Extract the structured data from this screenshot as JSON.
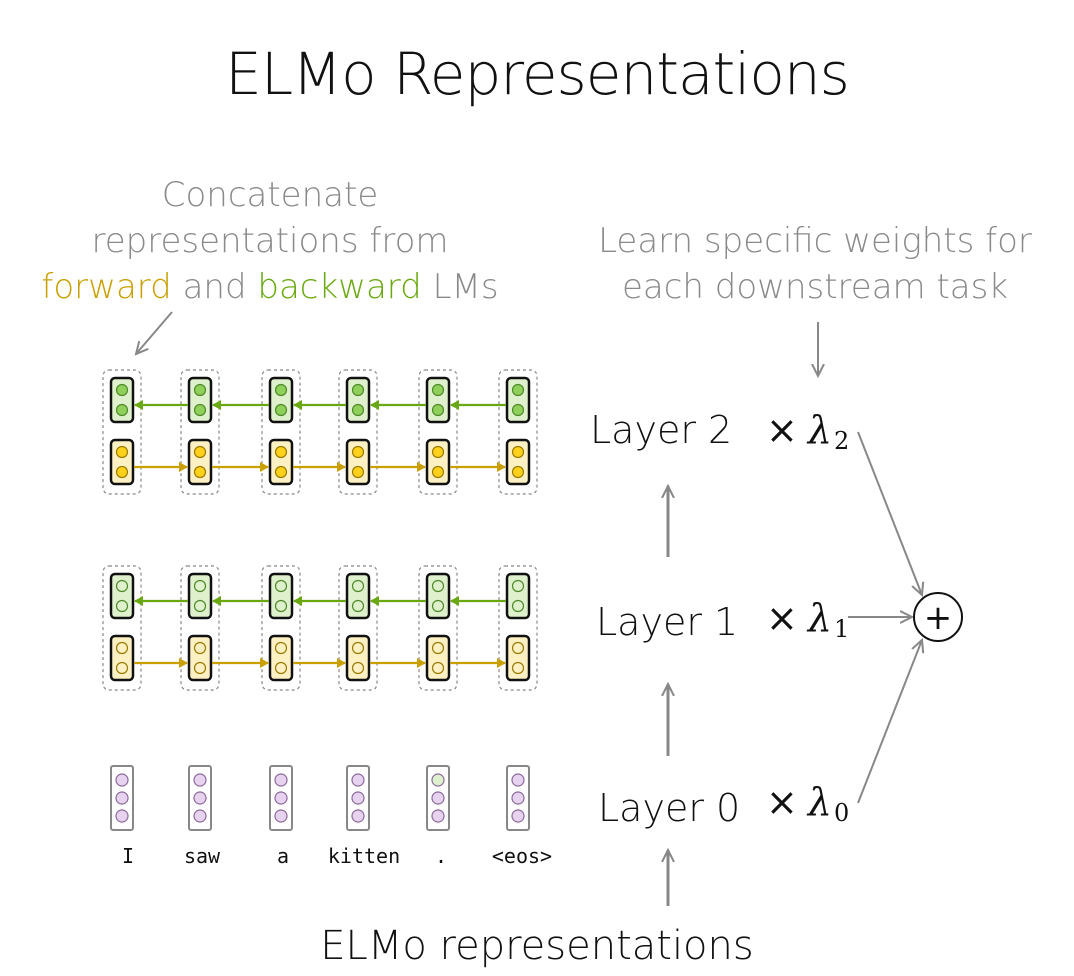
{
  "title": "ELMo Representations",
  "notes": {
    "left": {
      "line1": "Concatenate",
      "line2": "representations from",
      "forward": "forward",
      "and": "and",
      "backward": "backward",
      "lms": "LMs"
    },
    "right": {
      "line1": "Learn specific weights for",
      "line2": "each downstream task"
    }
  },
  "layers": [
    {
      "label": "Layer 2",
      "times": "×",
      "lambda": "λ",
      "sub": "2"
    },
    {
      "label": "Layer 1",
      "times": "×",
      "lambda": "λ",
      "sub": "1"
    },
    {
      "label": "Layer 0",
      "times": "×",
      "lambda": "λ",
      "sub": "0"
    }
  ],
  "tokens": [
    "I",
    "saw",
    "a",
    "kitten",
    ".",
    "<eos>"
  ],
  "sum_symbol": "+",
  "bottom_label": "ELMo representations",
  "colors": {
    "forward": "#c9a000",
    "backward": "#6aa812",
    "note_gray": "#8a8a8a",
    "arrow_gray": "#888888",
    "green_fill": "#dff0cc",
    "yellow_fill": "#fdf1c4",
    "dot_green": "#8fd05a",
    "dot_yellow": "#ffd11a",
    "purple_fill": "#e7d3f0",
    "purple_stroke": "#8a6a9a"
  }
}
